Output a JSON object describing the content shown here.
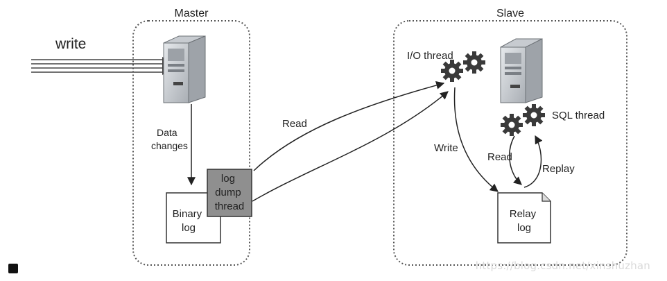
{
  "master": {
    "title": "Master"
  },
  "slave": {
    "title": "Slave"
  },
  "write_label": "write",
  "data_changes": [
    "Data",
    "changes"
  ],
  "binary_log": [
    "Binary",
    "log"
  ],
  "log_dump_thread": [
    "log",
    "dump",
    "thread"
  ],
  "read_master": "Read",
  "io_thread": "I/O thread",
  "sql_thread": "SQL thread",
  "write_slave": "Write",
  "read_slave": "Read",
  "replay": "Replay",
  "relay_log": [
    "Relay",
    "log"
  ],
  "watermark": "https://blog.csdn.net/xinshuzhan",
  "colors": {
    "box_border": "#555555",
    "log_dump_bg": "#8f8f8f",
    "server_face": "#cfd3d8"
  }
}
